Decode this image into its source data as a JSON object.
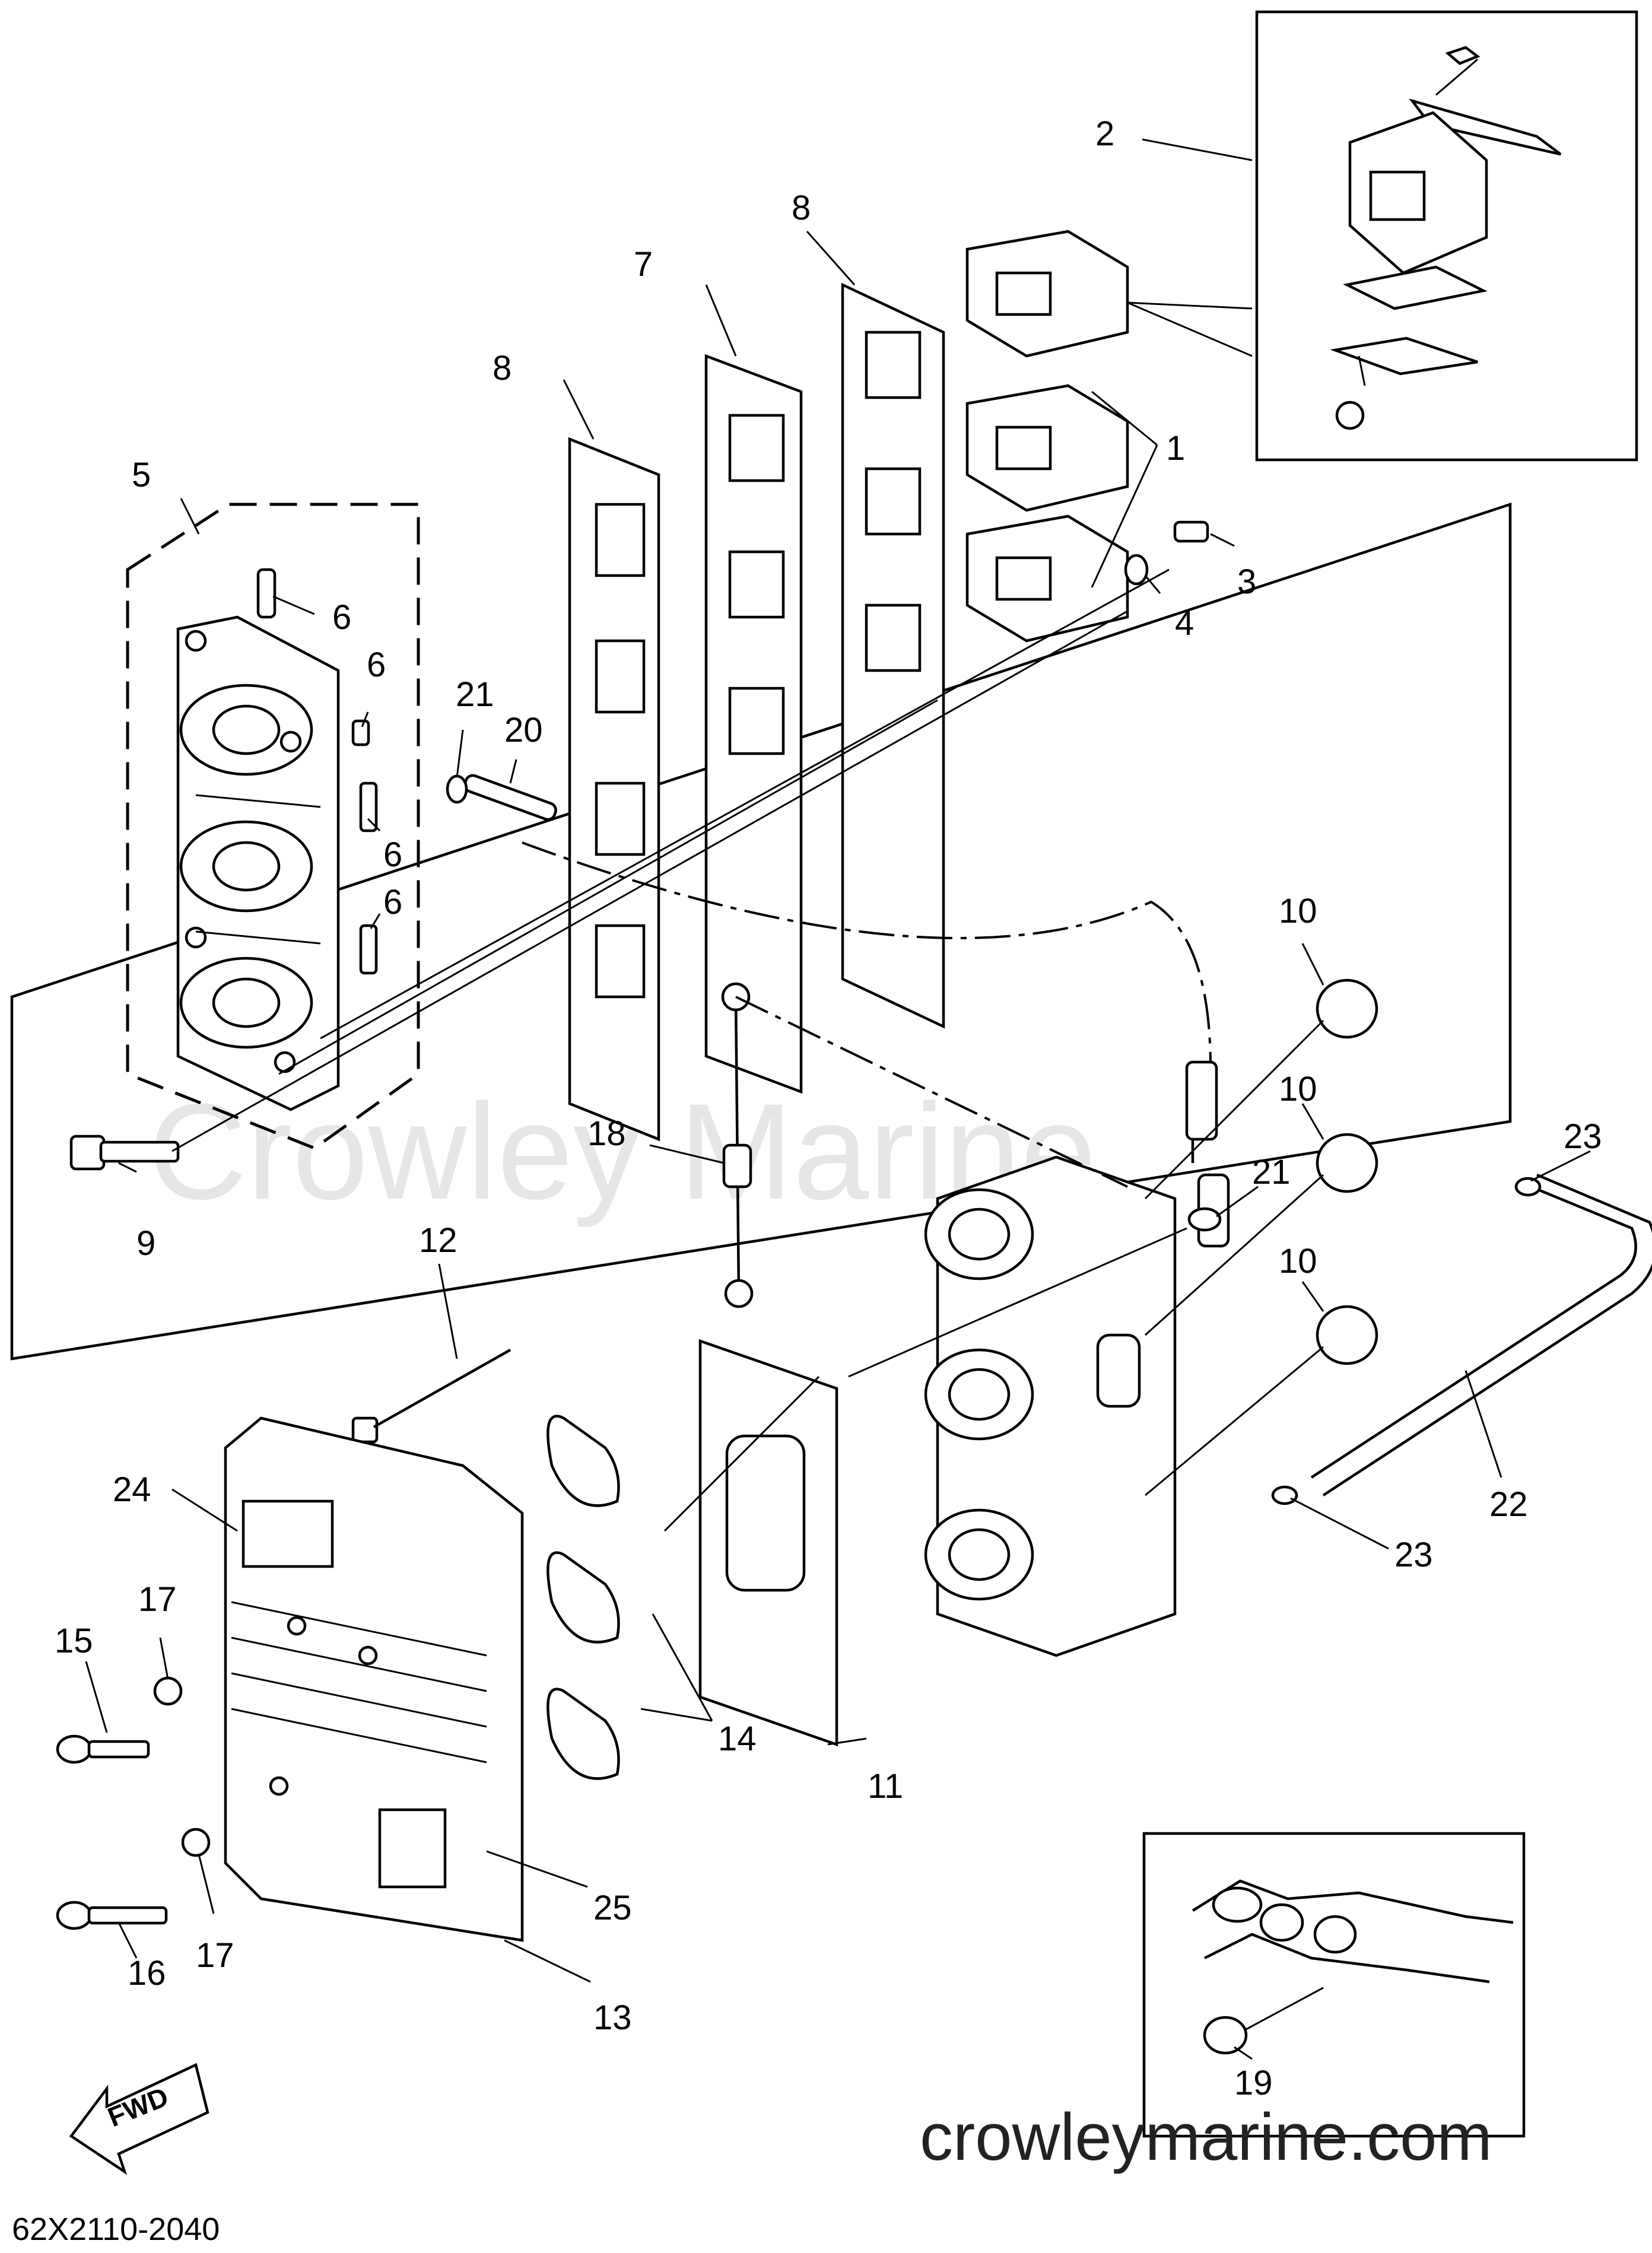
{
  "watermark": "Crowley Marine",
  "site_text": "crowleymarine.com",
  "diagram_code": "62X2110-2040",
  "fwd_label": "FWD",
  "callouts": {
    "c1": "1",
    "c2": "2",
    "c3": "3",
    "c4": "4",
    "c5": "5",
    "c6a": "6",
    "c6b": "6",
    "c6c": "6",
    "c6d": "6",
    "c7": "7",
    "c8a": "8",
    "c8b": "8",
    "c9": "9",
    "c10a": "10",
    "c10b": "10",
    "c10c": "10",
    "c11": "11",
    "c12": "12",
    "c13": "13",
    "c14": "14",
    "c15": "15",
    "c16": "16",
    "c17a": "17",
    "c17b": "17",
    "c18": "18",
    "c19": "19",
    "c20": "20",
    "c21a": "21",
    "c21b": "21",
    "c22": "22",
    "c23a": "23",
    "c23b": "23",
    "c24": "24",
    "c25": "25"
  }
}
